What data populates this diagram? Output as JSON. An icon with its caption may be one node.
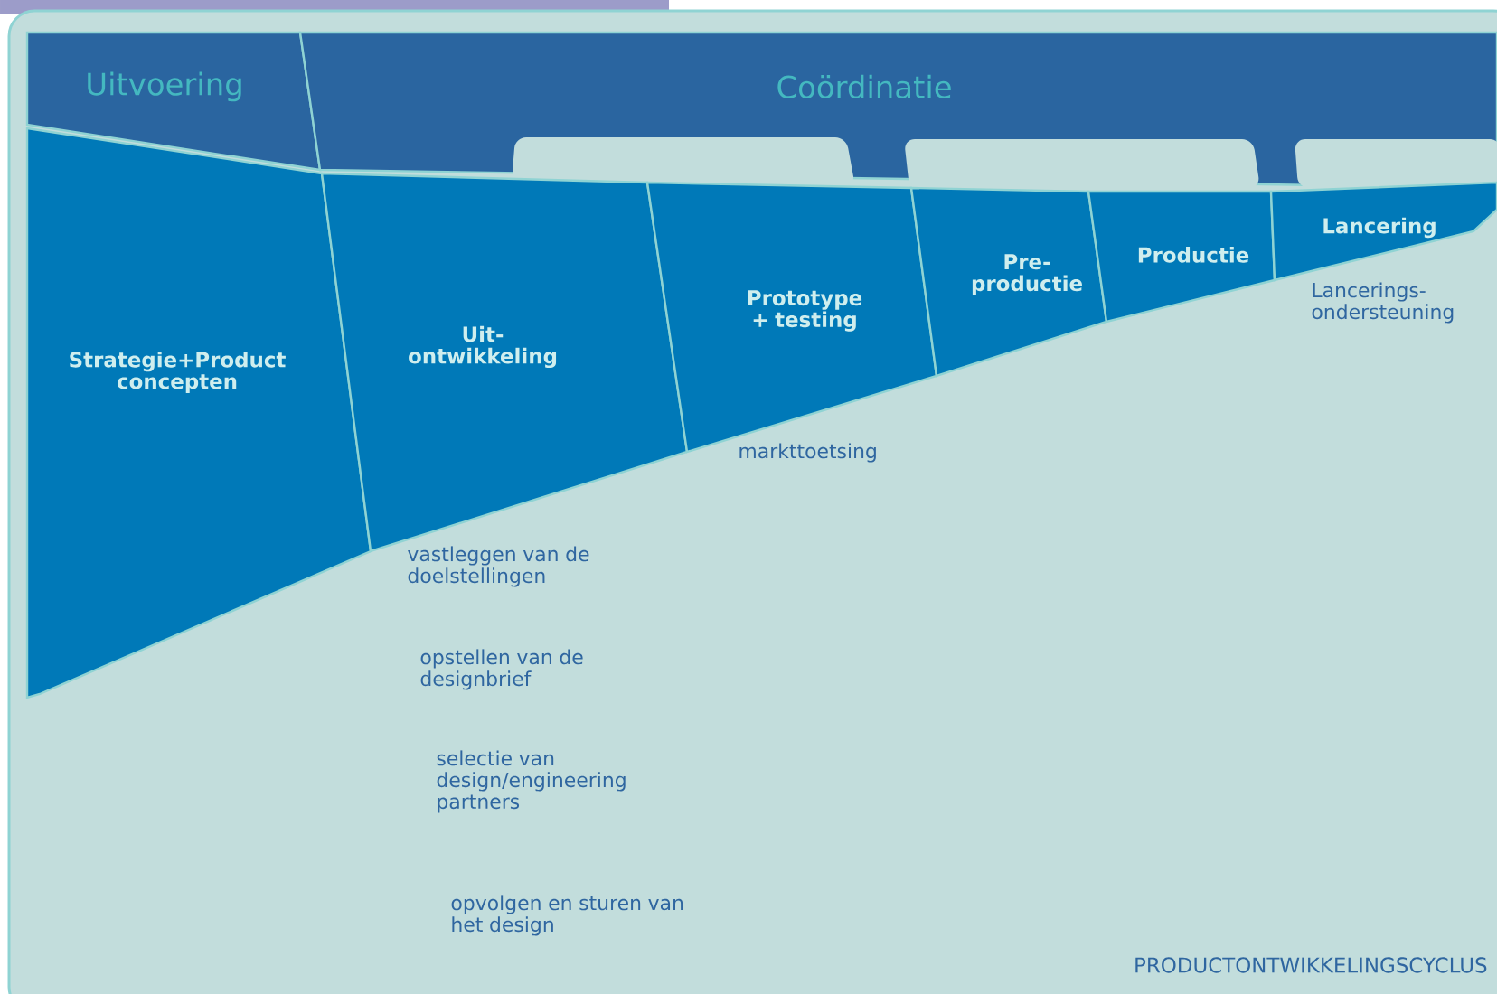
{
  "diagram": {
    "caption": "PRODUCTONTWIKKELINGSCYCLUS",
    "nodes": [
      {
        "text": [
          "Uitvoering"
        ]
      },
      {
        "text": [
          "Coördinatie"
        ]
      },
      {
        "text": [
          "Strategie+Product concepten"
        ]
      },
      {
        "text": [
          "Uit- ontwikkeling"
        ]
      },
      {
        "text": [
          "Prototype + testing"
        ],
        "beside": [
          "markttoetsing"
        ]
      },
      {
        "text": [
          "Pre- productie"
        ]
      },
      {
        "text": [
          "Productie"
        ]
      },
      {
        "text": [
          "Lancering"
        ],
        "beside": [
          "Lancerings- ondersteuning"
        ]
      }
    ],
    "labels": [
      "vastleggen van de doelstellingen",
      "opstellen van de designbrief",
      "selectie van design/engineering partners",
      "opvolgen en sturen van het design"
    ]
  }
}
